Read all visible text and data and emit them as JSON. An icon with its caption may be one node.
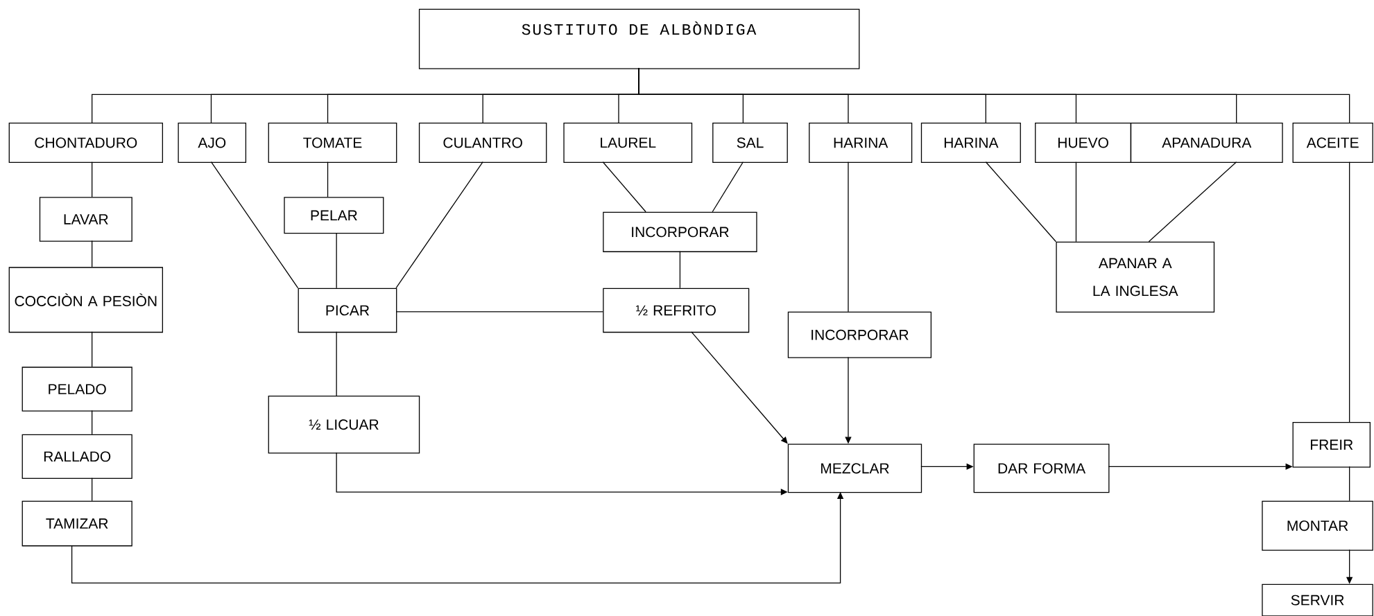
{
  "diagram": {
    "nodes": [
      {
        "text": [
          "SUSTITUTO DE ALBÒNDIGA"
        ]
      },
      {
        "text": [
          "CHONTADURO"
        ]
      },
      {
        "text": [
          "AJO"
        ]
      },
      {
        "text": [
          "TOMATE"
        ]
      },
      {
        "text": [
          "CULANTRO"
        ]
      },
      {
        "text": [
          "LAUREL"
        ]
      },
      {
        "text": [
          "SAL"
        ]
      },
      {
        "text": [
          "HARINA"
        ]
      },
      {
        "text": [
          "HARINA"
        ]
      },
      {
        "text": [
          "HUEVO"
        ]
      },
      {
        "text": [
          "APANADURA"
        ]
      },
      {
        "text": [
          "ACEITE"
        ]
      },
      {
        "text": [
          "LAVAR"
        ]
      },
      {
        "text": [
          "COCCIÒN A PESIÒN"
        ]
      },
      {
        "text": [
          "PELADO"
        ]
      },
      {
        "text": [
          "RALLADO"
        ]
      },
      {
        "text": [
          "TAMIZAR"
        ]
      },
      {
        "text": [
          "PELAR"
        ]
      },
      {
        "text": [
          "PICAR"
        ]
      },
      {
        "text": [
          "½  LICUAR"
        ]
      },
      {
        "text": [
          "INCORPORAR"
        ]
      },
      {
        "text": [
          "½ REFRITO"
        ]
      },
      {
        "text": [
          "INCORPORAR"
        ]
      },
      {
        "text": [
          "APANAR A LA INGLESA"
        ]
      },
      {
        "text": [
          "MEZCLAR"
        ]
      },
      {
        "text": [
          "DAR FORMA"
        ]
      },
      {
        "text": [
          "FREIR"
        ]
      },
      {
        "text": [
          "MONTAR"
        ]
      },
      {
        "text": [
          "SERVIR"
        ]
      }
    ],
    "edges": [
      {
        "from": 0,
        "to": 1,
        "arrow": "none"
      },
      {
        "from": 0,
        "to": 2,
        "arrow": "none"
      },
      {
        "from": 0,
        "to": 3,
        "arrow": "none"
      },
      {
        "from": 0,
        "to": 4,
        "arrow": "none"
      },
      {
        "from": 0,
        "to": 5,
        "arrow": "none"
      },
      {
        "from": 0,
        "to": 6,
        "arrow": "none"
      },
      {
        "from": 0,
        "to": 7,
        "arrow": "none"
      },
      {
        "from": 0,
        "to": 8,
        "arrow": "none"
      },
      {
        "from": 0,
        "to": 9,
        "arrow": "none"
      },
      {
        "from": 0,
        "to": 10,
        "arrow": "none"
      },
      {
        "from": 0,
        "to": 11,
        "arrow": "none"
      },
      {
        "from": 1,
        "to": 12,
        "arrow": "none"
      },
      {
        "from": 12,
        "to": 13,
        "arrow": "none"
      },
      {
        "from": 13,
        "to": 14,
        "arrow": "none"
      },
      {
        "from": 14,
        "to": 15,
        "arrow": "none"
      },
      {
        "from": 15,
        "to": 16,
        "arrow": "none"
      },
      {
        "from": 2,
        "to": 18,
        "arrow": "none"
      },
      {
        "from": 3,
        "to": 17,
        "arrow": "none"
      },
      {
        "from": 17,
        "to": 18,
        "arrow": "none"
      },
      {
        "from": 4,
        "to": 18,
        "arrow": "none"
      },
      {
        "from": 18,
        "to": 21,
        "arrow": "none"
      },
      {
        "from": 18,
        "to": 19,
        "arrow": "none"
      },
      {
        "from": 5,
        "to": 20,
        "arrow": "none"
      },
      {
        "from": 6,
        "to": 20,
        "arrow": "none"
      },
      {
        "from": 20,
        "to": 21,
        "arrow": "none"
      },
      {
        "from": 21,
        "to": 24,
        "arrow": "to"
      },
      {
        "from": 19,
        "to": 24,
        "arrow": "to"
      },
      {
        "from": 16,
        "to": 24,
        "arrow": "to"
      },
      {
        "from": 7,
        "to": 22,
        "arrow": "none"
      },
      {
        "from": 22,
        "to": 24,
        "arrow": "to"
      },
      {
        "from": 8,
        "to": 23,
        "arrow": "none"
      },
      {
        "from": 9,
        "to": 23,
        "arrow": "none"
      },
      {
        "from": 10,
        "to": 23,
        "arrow": "none"
      },
      {
        "from": 24,
        "to": 25,
        "arrow": "to"
      },
      {
        "from": 25,
        "to": 26,
        "arrow": "to"
      },
      {
        "from": 11,
        "to": 26,
        "arrow": "none"
      },
      {
        "from": 26,
        "to": 27,
        "arrow": "none"
      },
      {
        "from": 27,
        "to": 28,
        "arrow": "to"
      }
    ]
  }
}
